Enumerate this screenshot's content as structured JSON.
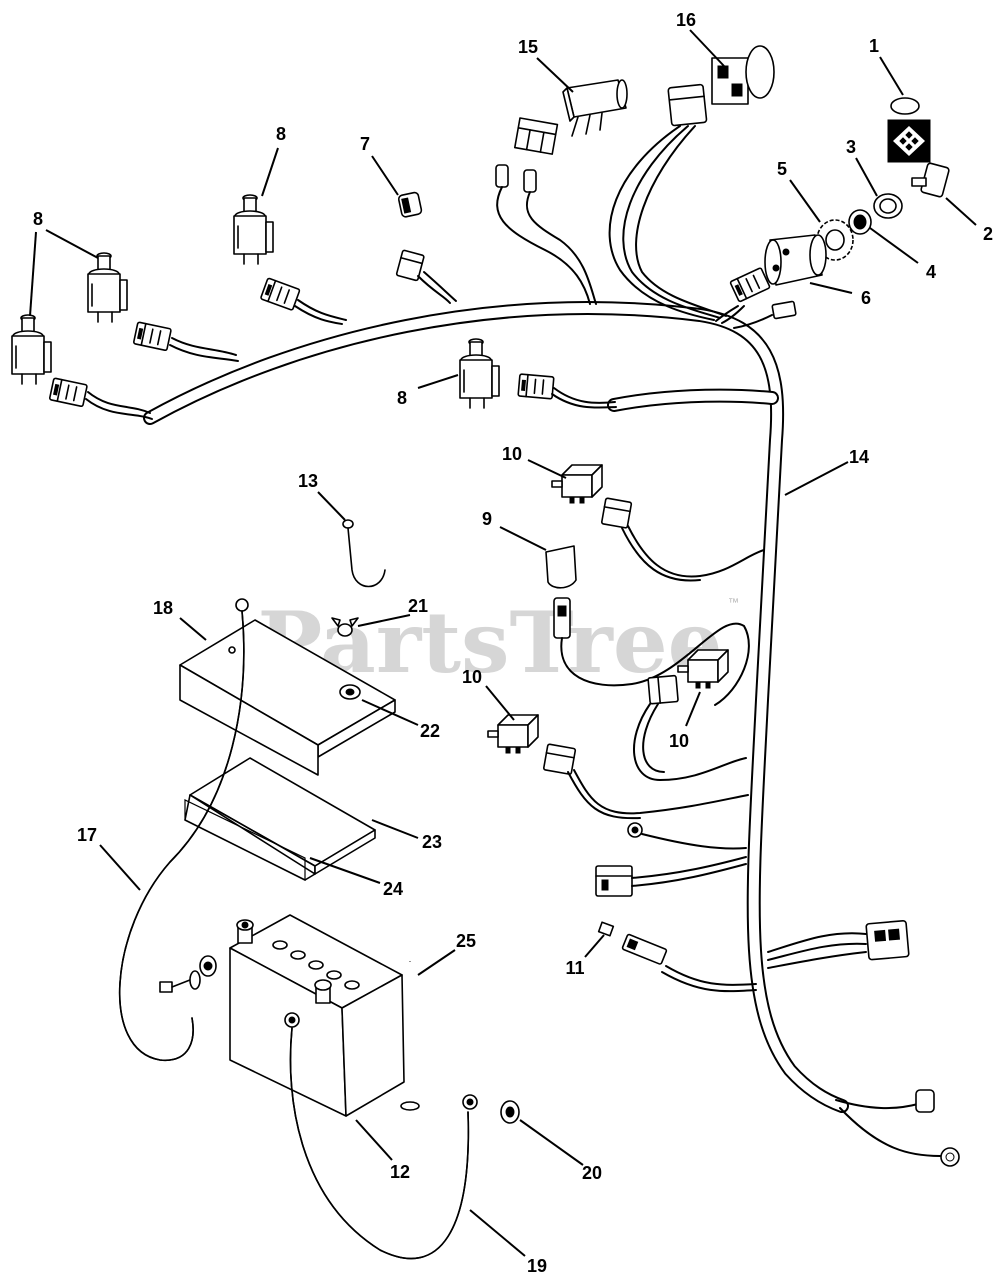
{
  "diagram": {
    "callouts": [
      "16",
      "15",
      "1",
      "3",
      "2",
      "5",
      "4",
      "6",
      "7",
      "8",
      "8",
      "8",
      "14",
      "10",
      "13",
      "9",
      "21",
      "18",
      "10",
      "22",
      "10",
      "23",
      "17",
      "24",
      "25",
      "11",
      "12",
      "20",
      "19"
    ]
  },
  "watermark": {
    "text": "PartsTree",
    "tm": "™"
  }
}
